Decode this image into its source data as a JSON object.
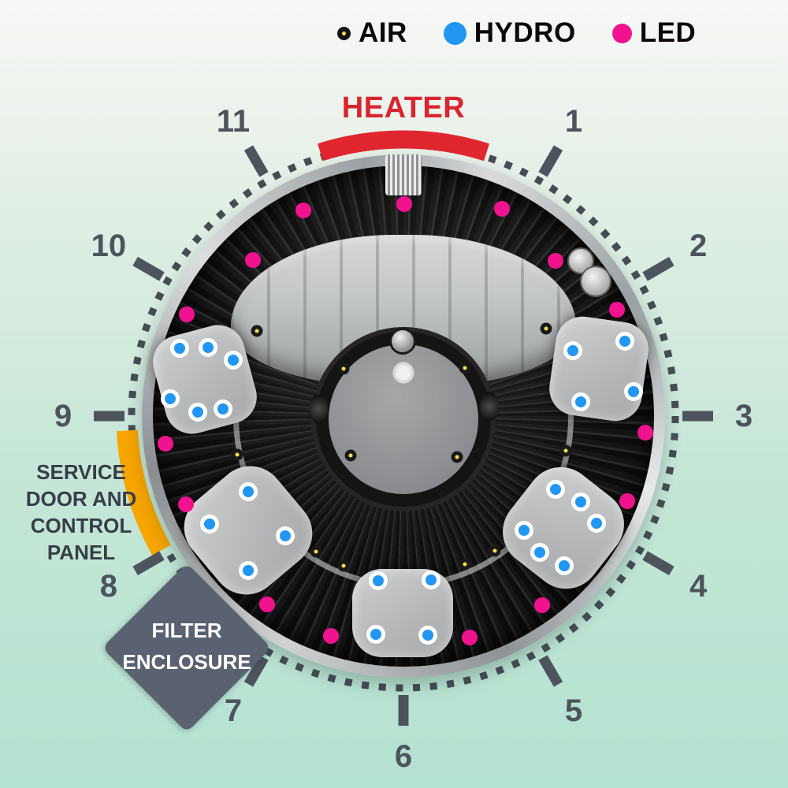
{
  "legend": {
    "items": [
      {
        "id": "air",
        "label": "AIR"
      },
      {
        "id": "hydro",
        "label": "HYDRO"
      },
      {
        "id": "led",
        "label": "LED"
      }
    ]
  },
  "annotations": {
    "heater": "HEATER",
    "service_panel_lines": [
      "SERVICE",
      "DOOR AND",
      "CONTROL",
      "PANEL"
    ],
    "filter_lines": [
      "FILTER",
      "ENCLOSURE"
    ]
  },
  "clock_labels": [
    "1",
    "2",
    "3",
    "4",
    "5",
    "6",
    "7",
    "8",
    "9",
    "10",
    "11"
  ],
  "colors": {
    "air": "#F8DF4A",
    "hydro": "#2196F3",
    "led": "#F1128F",
    "heater_band": "#E02730",
    "service_band": "#F7A500",
    "tick": "#4E545E",
    "dotted_ring": "#474D57",
    "filter_box": "#5A6170"
  },
  "jets": {
    "air": [
      [
        326,
        420
      ],
      [
        693,
        417
      ],
      [
        436,
        468
      ],
      [
        590,
        467
      ],
      [
        301,
        577
      ],
      [
        718,
        572
      ],
      [
        445,
        578
      ],
      [
        580,
        580
      ],
      [
        401,
        700
      ],
      [
        436,
        718
      ],
      [
        628,
        699
      ],
      [
        590,
        716
      ]
    ],
    "hydro": [
      [
        228,
        442
      ],
      [
        264,
        441
      ],
      [
        296,
        457
      ],
      [
        216,
        506
      ],
      [
        251,
        523
      ],
      [
        283,
        519
      ],
      [
        727,
        445
      ],
      [
        793,
        433
      ],
      [
        737,
        510
      ],
      [
        804,
        497
      ],
      [
        315,
        624
      ],
      [
        266,
        665
      ],
      [
        362,
        680
      ],
      [
        315,
        724
      ],
      [
        705,
        621
      ],
      [
        737,
        637
      ],
      [
        757,
        664
      ],
      [
        665,
        673
      ],
      [
        685,
        701
      ],
      [
        716,
        718
      ],
      [
        480,
        737
      ],
      [
        547,
        736
      ],
      [
        477,
        805
      ],
      [
        543,
        806
      ]
    ],
    "led": [
      [
        513,
        259
      ],
      [
        385,
        267
      ],
      [
        637,
        265
      ],
      [
        321,
        330
      ],
      [
        705,
        331
      ],
      [
        237,
        399
      ],
      [
        783,
        393
      ],
      [
        210,
        563
      ],
      [
        819,
        549
      ],
      [
        236,
        640
      ],
      [
        796,
        636
      ],
      [
        339,
        767
      ],
      [
        688,
        768
      ],
      [
        420,
        807
      ],
      [
        596,
        809
      ]
    ]
  }
}
